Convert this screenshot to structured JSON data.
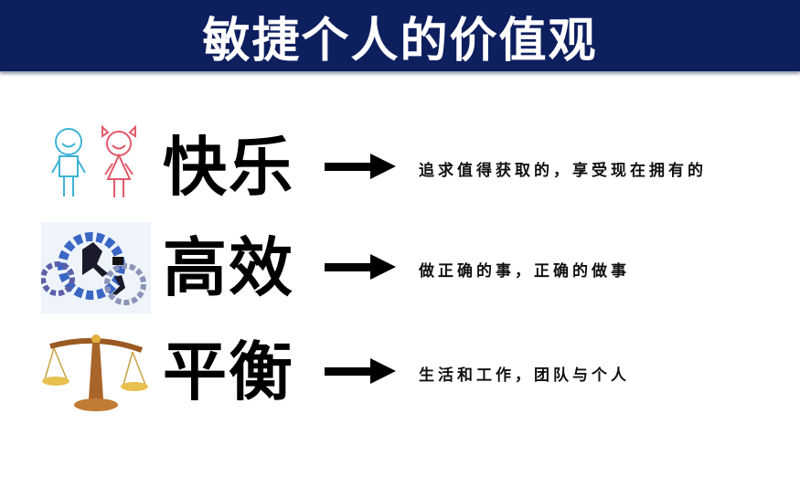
{
  "header": {
    "title": "敏捷个人的价值观"
  },
  "values": [
    {
      "name": "快乐",
      "description": "追求值得获取的，享受现在拥有的",
      "icon": "boy-girl-icon"
    },
    {
      "name": "高效",
      "description": "做正确的事，正确的做事",
      "icon": "gears-running-people-icon"
    },
    {
      "name": "平衡",
      "description": "生活和工作，团队与个人",
      "icon": "balance-scale-icon"
    }
  ],
  "colors": {
    "header_bg": "#0e1f5e",
    "title": "#ffffff",
    "text": "#000000"
  }
}
